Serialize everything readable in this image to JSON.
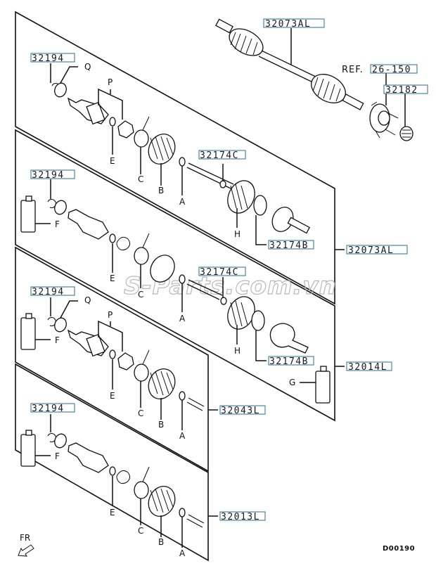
{
  "diagram": {
    "title_code": "D00190",
    "direction_label": "FR",
    "watermark": "S-Parts.com.vn",
    "reference": {
      "prefix": "REF.",
      "number": "26-150"
    },
    "part_numbers": {
      "shaft_assembly_top": "32073AL",
      "hub_nut": "32182",
      "clip_1": "32194",
      "clip_2": "32194",
      "clip_3": "32194",
      "clip_4": "32194",
      "band_c_1": "32174C",
      "band_c_2": "32174C",
      "band_b_1": "32174B",
      "band_b_2": "32174B",
      "panel_1_assembly": "32073AL",
      "panel_2_kit": "32014L",
      "panel_3_kit": "32043L",
      "panel_4_kit": "32013L"
    },
    "letters": {
      "Q": "Q",
      "P": "P",
      "E": "E",
      "C": "C",
      "B": "B",
      "A": "A",
      "F": "F",
      "H": "H",
      "G": "G"
    }
  }
}
